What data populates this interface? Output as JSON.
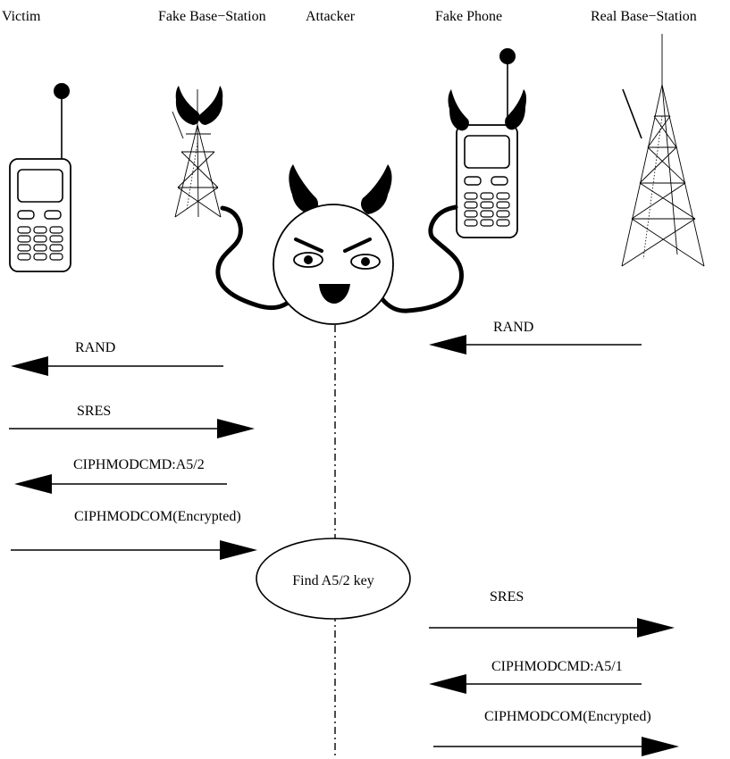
{
  "actors": {
    "victim": "Victim",
    "fake_base_station": "Fake Base−Station",
    "attacker": "Attacker",
    "fake_phone": "Fake Phone",
    "real_base_station": "Real Base−Station"
  },
  "messages": [
    "RAND",
    "RAND",
    "SRES",
    "CIPHMODCMD:A5/2",
    "CIPHMODCOM(Encrypted)",
    "SRES",
    "CIPHMODCMD:A5/1",
    "CIPHMODCOM(Encrypted)"
  ],
  "process": {
    "find_key": "Find A5/2 key"
  }
}
